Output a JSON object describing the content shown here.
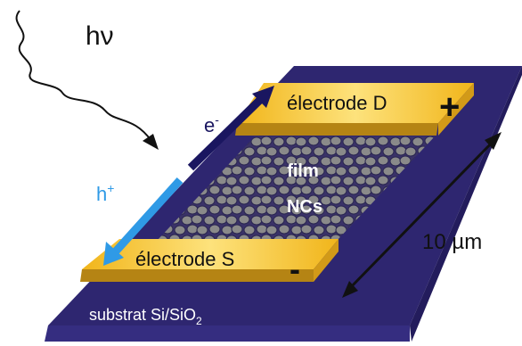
{
  "photon": {
    "label": "hν"
  },
  "electron": {
    "label": "e",
    "sup": "-"
  },
  "hole": {
    "label": "h",
    "sup": "+"
  },
  "electrode_drain": {
    "label": "électrode D",
    "polarity": "+"
  },
  "electrode_source": {
    "label": "électrode S",
    "polarity": "-"
  },
  "film": {
    "line1": "film",
    "line2": "NCs"
  },
  "dimension": {
    "label": "10 µm"
  },
  "substrate": {
    "label": "substrat Si/SiO",
    "sub": "2"
  },
  "colors": {
    "substrate": "#2e2670",
    "substrate_edge": "#231c5c",
    "electrode": "#f3be20",
    "electrode_light": "#fde89a",
    "nanocrystal": "#8a8a8a",
    "electron_arrow": "#1a1660",
    "hole_arrow": "#2f9ae6",
    "hole_text": "#2f9ae6",
    "electron_text": "#1a1660",
    "white_text": "#ffffff"
  }
}
